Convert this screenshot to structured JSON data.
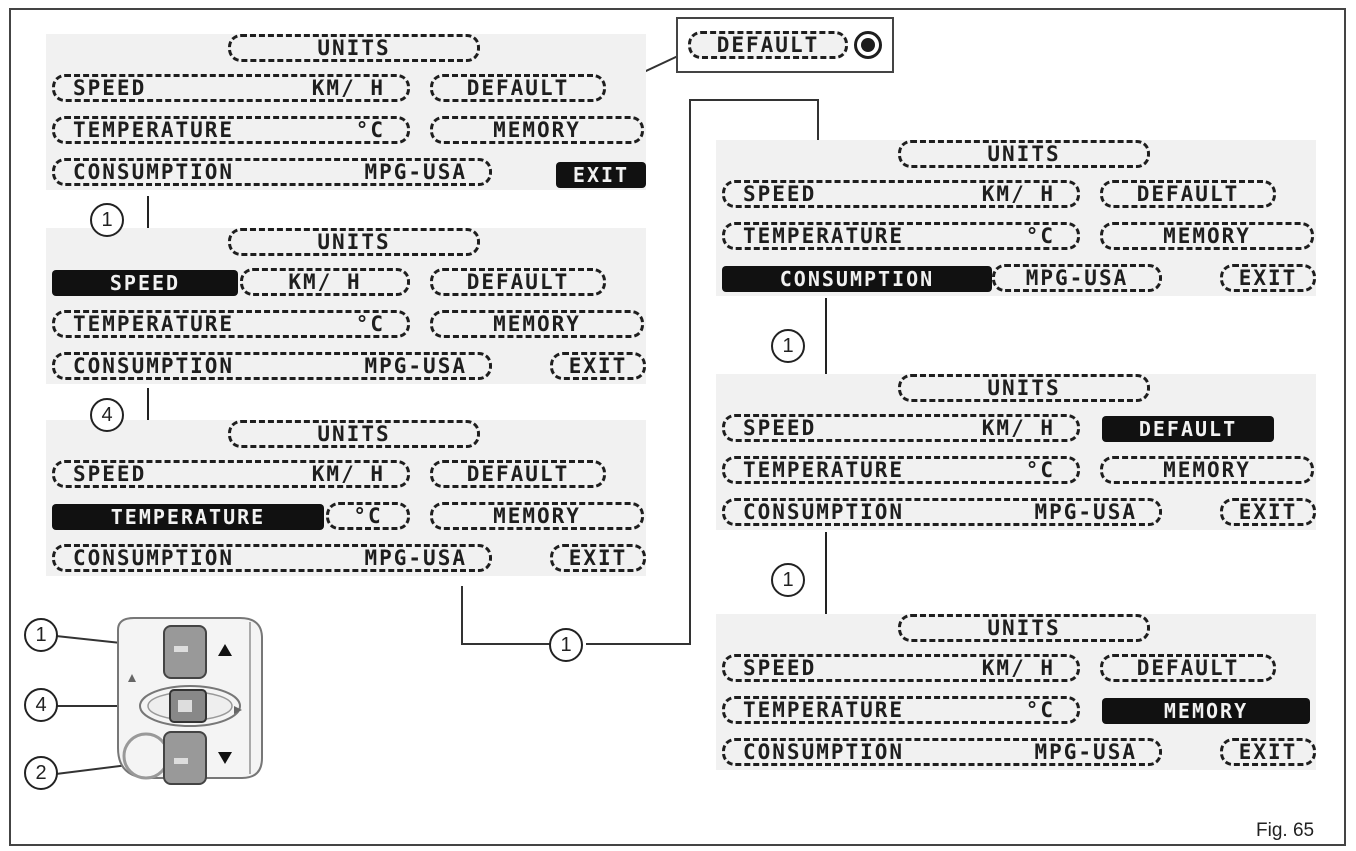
{
  "figure_label": "Fig. 65",
  "callout": {
    "label": "DEFAULT"
  },
  "screens": [
    {
      "units": "UNITS",
      "speed_label": "SPEED",
      "speed_value": "KM/ H",
      "temp_label": "TEMPERATURE",
      "temp_value": "°C",
      "cons_label": "CONSUMPTION",
      "cons_value": "MPG-USA",
      "default_label": "DEFAULT",
      "memory_label": "MEMORY",
      "exit_label": "EXIT",
      "highlight": "exit"
    },
    {
      "units": "UNITS",
      "speed_label": "SPEED",
      "speed_value": "KM/ H",
      "temp_label": "TEMPERATURE",
      "temp_value": "°C",
      "cons_label": "CONSUMPTION",
      "cons_value": "MPG-USA",
      "default_label": "DEFAULT",
      "memory_label": "MEMORY",
      "exit_label": "EXIT",
      "highlight": "speed"
    },
    {
      "units": "UNITS",
      "speed_label": "SPEED",
      "speed_value": "KM/ H",
      "temp_label": "TEMPERATURE",
      "temp_value": "°C",
      "cons_label": "CONSUMPTION",
      "cons_value": "MPG-USA",
      "default_label": "DEFAULT",
      "memory_label": "MEMORY",
      "exit_label": "EXIT",
      "highlight": "temperature"
    },
    {
      "units": "UNITS",
      "speed_label": "SPEED",
      "speed_value": "KM/ H",
      "temp_label": "TEMPERATURE",
      "temp_value": "°C",
      "cons_label": "CONSUMPTION",
      "cons_value": "MPG-USA",
      "default_label": "DEFAULT",
      "memory_label": "MEMORY",
      "exit_label": "EXIT",
      "highlight": "consumption"
    },
    {
      "units": "UNITS",
      "speed_label": "SPEED",
      "speed_value": "KM/ H",
      "temp_label": "TEMPERATURE",
      "temp_value": "°C",
      "cons_label": "CONSUMPTION",
      "cons_value": "MPG-USA",
      "default_label": "DEFAULT",
      "memory_label": "MEMORY",
      "exit_label": "EXIT",
      "highlight": "default"
    },
    {
      "units": "UNITS",
      "speed_label": "SPEED",
      "speed_value": "KM/ H",
      "temp_label": "TEMPERATURE",
      "temp_value": "°C",
      "cons_label": "CONSUMPTION",
      "cons_value": "MPG-USA",
      "default_label": "DEFAULT",
      "memory_label": "MEMORY",
      "exit_label": "EXIT",
      "highlight": "memory"
    }
  ],
  "steps": [
    "1",
    "4",
    "1",
    "1",
    "1"
  ],
  "switch_callouts": [
    "1",
    "4",
    "2"
  ],
  "icons": {
    "arrow_up": "triangle-up",
    "arrow_down": "triangle-down",
    "step_arrow": "arrow-down",
    "callout_dot": "filled-circle"
  }
}
